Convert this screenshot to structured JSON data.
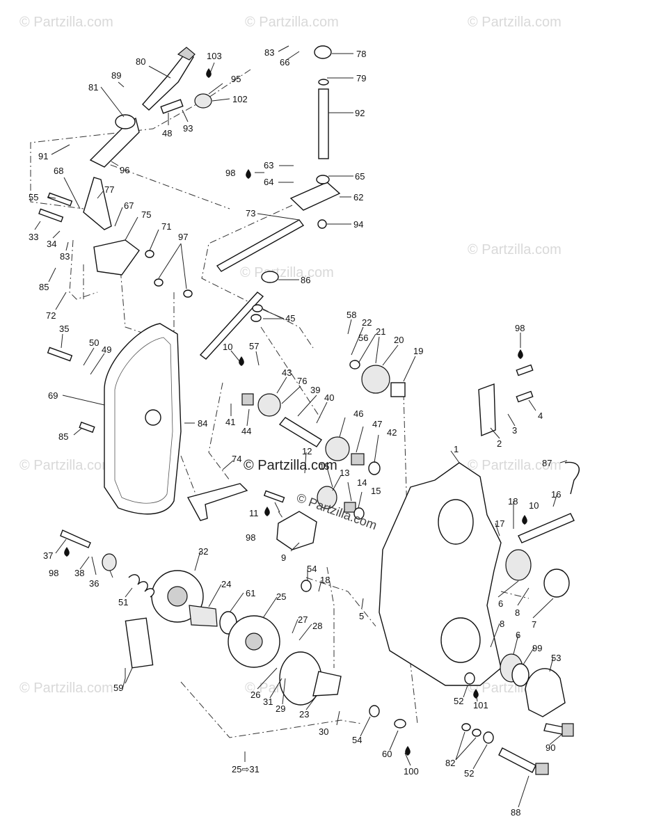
{
  "colors": {
    "ink": "#111111",
    "watermark": "#d9d9d9",
    "background": "#ffffff"
  },
  "watermarks": [
    "© Partzilla.com",
    "© Partzilla.com",
    "© Partzilla.com",
    "© Partzilla.com",
    "© Partzilla.com",
    "© Partzilla.com",
    "© Partzilla.com",
    "© Partzilla.com",
    "© Partzilla.com",
    "© Partzilla.com"
  ],
  "center_watermark": "© Partzilla.com",
  "labels": [
    "80",
    "103",
    "95",
    "102",
    "89",
    "81",
    "48",
    "93",
    "91",
    "96",
    "83",
    "66",
    "78",
    "79",
    "92",
    "98",
    "63",
    "64",
    "65",
    "62",
    "94",
    "68",
    "77",
    "55",
    "67",
    "75",
    "71",
    "33",
    "34",
    "83",
    "97",
    "85",
    "72",
    "73",
    "86",
    "45",
    "35",
    "50",
    "49",
    "58",
    "22",
    "56",
    "21",
    "20",
    "19",
    "10",
    "57",
    "43",
    "76",
    "39",
    "40",
    "98",
    "3",
    "4",
    "2",
    "69",
    "85",
    "84",
    "41",
    "44",
    "46",
    "47",
    "42",
    "74",
    "12",
    "15",
    "13",
    "14",
    "15",
    "1",
    "87",
    "16",
    "18",
    "10",
    "17",
    "11",
    "98",
    "9",
    "37",
    "32",
    "98",
    "38",
    "36",
    "51",
    "24",
    "61",
    "25",
    "54",
    "18",
    "5",
    "6",
    "8",
    "7",
    "27",
    "28",
    "8",
    "6",
    "99",
    "53",
    "59",
    "26",
    "31",
    "29",
    "23",
    "52",
    "101",
    "30",
    "54",
    "60",
    "100",
    "82",
    "52",
    "90",
    "88",
    "25⇨31"
  ],
  "icons": [
    "oil-drop-icon"
  ]
}
